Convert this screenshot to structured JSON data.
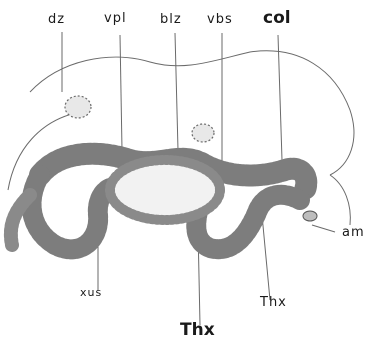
{
  "labels": {
    "dz": "dz",
    "vpl": "vpl",
    "blz": "blz",
    "vbs": "vbs",
    "col": "col",
    "am": "am",
    "xus": "xus",
    "thx_bold": "Thx",
    "thx_light": "Thx"
  },
  "colors": {
    "ink": "#1a1a1a",
    "cell": "#4a4a4a",
    "nucleus_fill": "#9a9a9a",
    "outline": "#5a5a5a",
    "background": "#ffffff"
  }
}
